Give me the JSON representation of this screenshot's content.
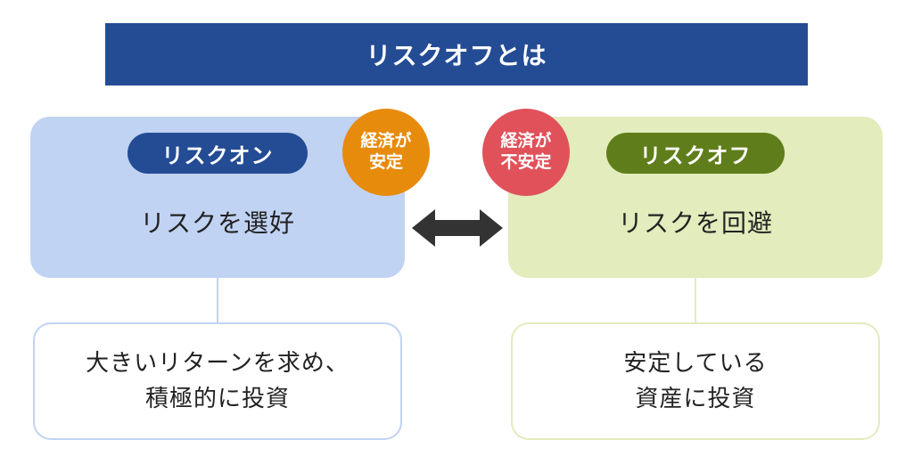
{
  "title": "リスクオフとは",
  "risk_on": {
    "badge": "リスクオン",
    "subtitle": "リスクを選好",
    "circle": {
      "line1": "経済が",
      "line2": "安定"
    },
    "description": {
      "line1": "大きいリターンを求め、",
      "line2": "積極的に投資"
    }
  },
  "risk_off": {
    "badge": "リスクオフ",
    "subtitle": "リスクを回避",
    "circle": {
      "line1": "経済が",
      "line2": "不安定"
    },
    "description": {
      "line1": "安定している",
      "line2": "資産に投資"
    }
  },
  "colors": {
    "title_bg": "#234c94",
    "risk_on_panel": "#c1d3f3",
    "risk_off_panel": "#e2ecbc",
    "risk_on_badge": "#234c94",
    "risk_off_badge": "#5f7e1b",
    "stable_circle": "#e78b0c",
    "unstable_circle": "#e0515a",
    "arrow": "#333333"
  },
  "icons": {
    "connector": "double-headed-arrow"
  }
}
